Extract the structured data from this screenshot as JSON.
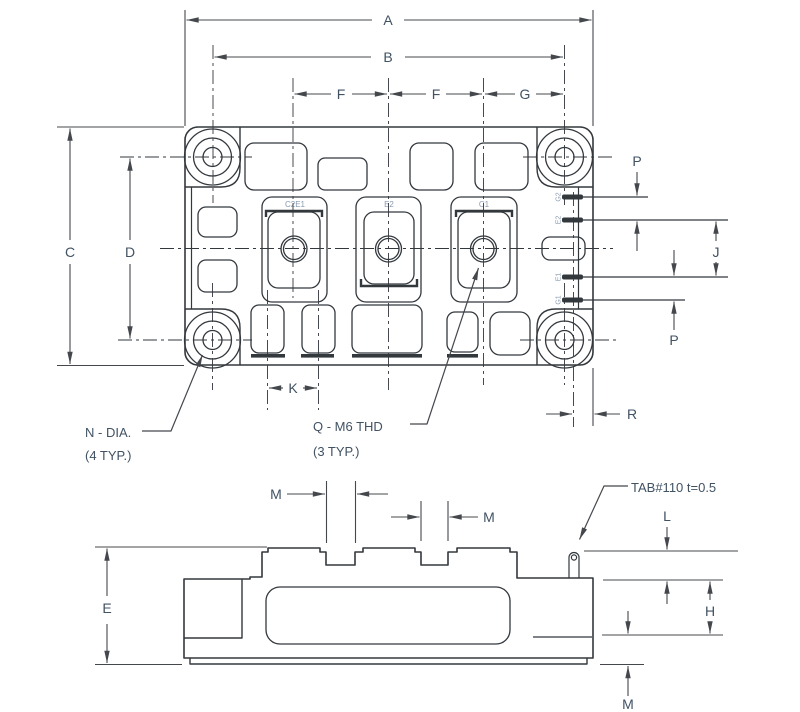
{
  "colors": {
    "line": "#33383d",
    "dim": "#44484d",
    "label": "#415263",
    "small_label": "#8a9aae"
  },
  "top_view": {
    "dim_labels": {
      "A": "A",
      "B": "B",
      "F1": "F",
      "F2": "F",
      "G": "G",
      "C": "C",
      "D": "D",
      "K": "K",
      "R": "R",
      "P_top": "P",
      "P_bottom": "P",
      "J": "J"
    },
    "terminal_labels": {
      "left": "C2E1",
      "middle": "E2",
      "right": "C1"
    },
    "pin_labels": {
      "p1": "G2",
      "p2": "E2",
      "p3": "E1",
      "p4": "G1"
    },
    "notes": {
      "hole_label": "N - DIA.",
      "hole_qty": "(4 TYP.)",
      "thread_label": "Q - M6 THD",
      "thread_qty": "(3 TYP.)"
    }
  },
  "side_view": {
    "dim_labels": {
      "E": "E",
      "H": "H",
      "L": "L",
      "M_slot1": "M",
      "M_slot2": "M",
      "M_base": "M"
    },
    "tab_note": "TAB#110 t=0.5"
  }
}
